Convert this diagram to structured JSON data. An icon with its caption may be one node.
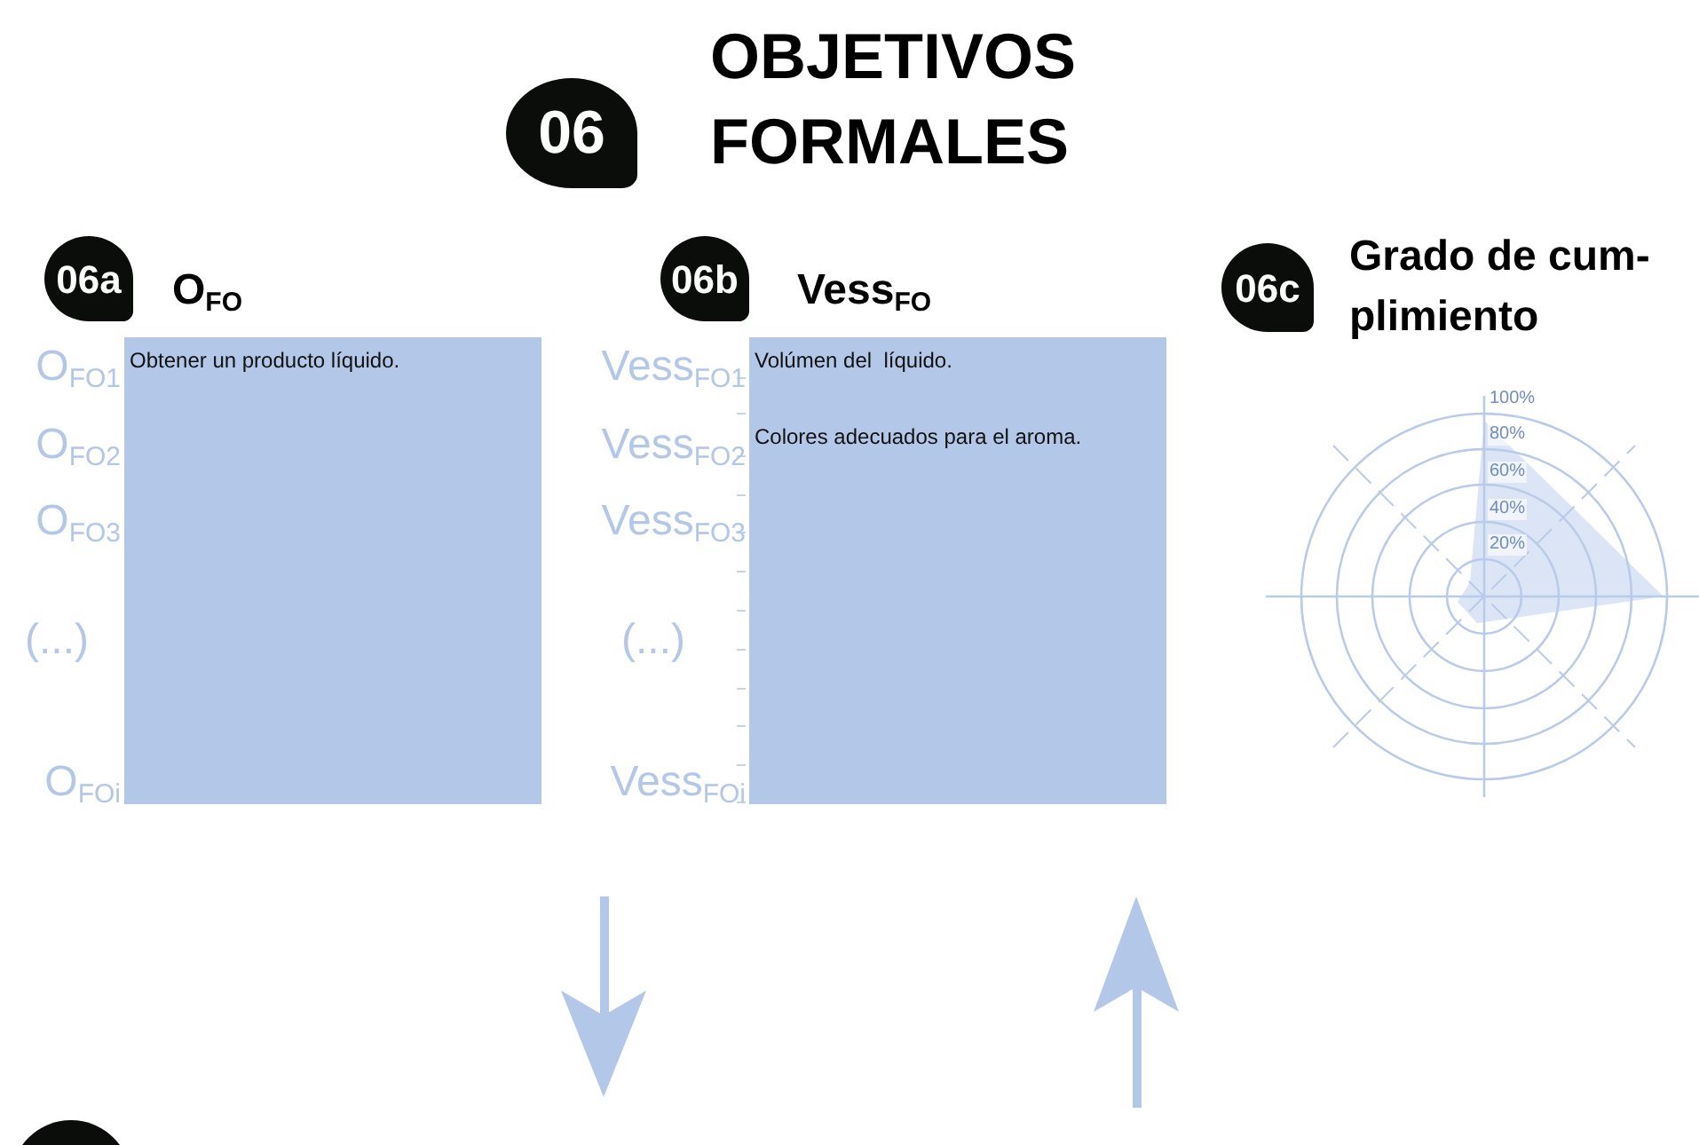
{
  "diagram": {
    "title": "OBJETIVOS FORMALES",
    "nodes": [
      {
        "text": [
          "O$_{FO}$",
          "Obtener un producto líquido."
        ]
      },
      {
        "text": [
          "Vess$_{FO}$",
          "Volúmen del  líquido.",
          "Colores adecuados para el aroma."
        ]
      }
    ],
    "labels": [
      "06",
      "06a",
      "O$_{FO1}$",
      "O$_{FO2}$",
      "O$_{FO3}$",
      "(...)",
      "O$_{FOi}$",
      "06b",
      "Vess$_{FO1}$",
      "Vess$_{FO2}$",
      "Vess$_{FO3}$",
      "(...)",
      "Vess$_{FOi}$",
      "06c",
      "Grado de cum- plimiento",
      "100%",
      "80%",
      "60%",
      "40%",
      "20%"
    ]
  }
}
